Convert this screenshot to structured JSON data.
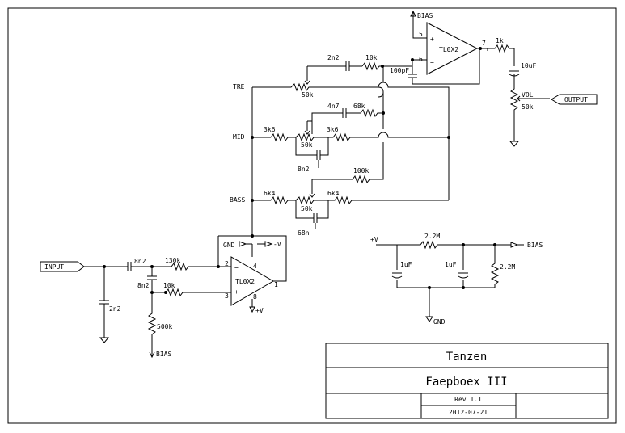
{
  "labels": {
    "bias_top": "BIAS",
    "pin5": "5",
    "pin6": "6",
    "pin7": "7",
    "opamp_top": "TL0X2",
    "c_2n2_top": "2n2",
    "r_10k_top": "10k",
    "c_100pf": "100pF",
    "r_1k": "1k",
    "c_10uf": "10uF",
    "vol": "VOL",
    "vol_50k": "50k",
    "output": "OUTPUT",
    "tre": "TRE",
    "tre_pot": "50k",
    "c_4n7": "4n7",
    "r_68k": "68k",
    "mid": "MID",
    "r_3k6_a": "3k6",
    "mid_pot": "50k",
    "r_3k6_b": "3k6",
    "c_8n2_mid": "8n2",
    "r_100k": "100k",
    "bass": "BASS",
    "r_6k4_a": "6k4",
    "bass_pot": "50k",
    "r_6k4_b": "6k4",
    "c_68n": "68n",
    "gnd_top": "GND",
    "neg_v": "-V",
    "input": "INPUT",
    "c_8n2_in": "8n2",
    "c_2n2_in": "2n2",
    "r_130k": "130k",
    "c_8n2_b": "8n2",
    "r_10k_b": "10k",
    "r_500k": "500k",
    "bias_bot": "BIAS",
    "pin2": "2",
    "pin3": "3",
    "pin4": "4",
    "pin1": "1",
    "pin8": "8",
    "opamp_bot": "TL0X2",
    "pos_v": "+V",
    "ps_pos_v": "+V",
    "ps_2_2m_top": "2.2M",
    "ps_bias": "BIAS",
    "ps_1uf_a": "1uF",
    "ps_1uf_b": "1uF",
    "ps_2_2m_right": "2.2M",
    "ps_gnd": "GND",
    "tb_title": "Tanzen",
    "tb_project": "Faepboex III",
    "tb_rev": "Rev 1.1",
    "tb_date": "2012-07-21"
  }
}
